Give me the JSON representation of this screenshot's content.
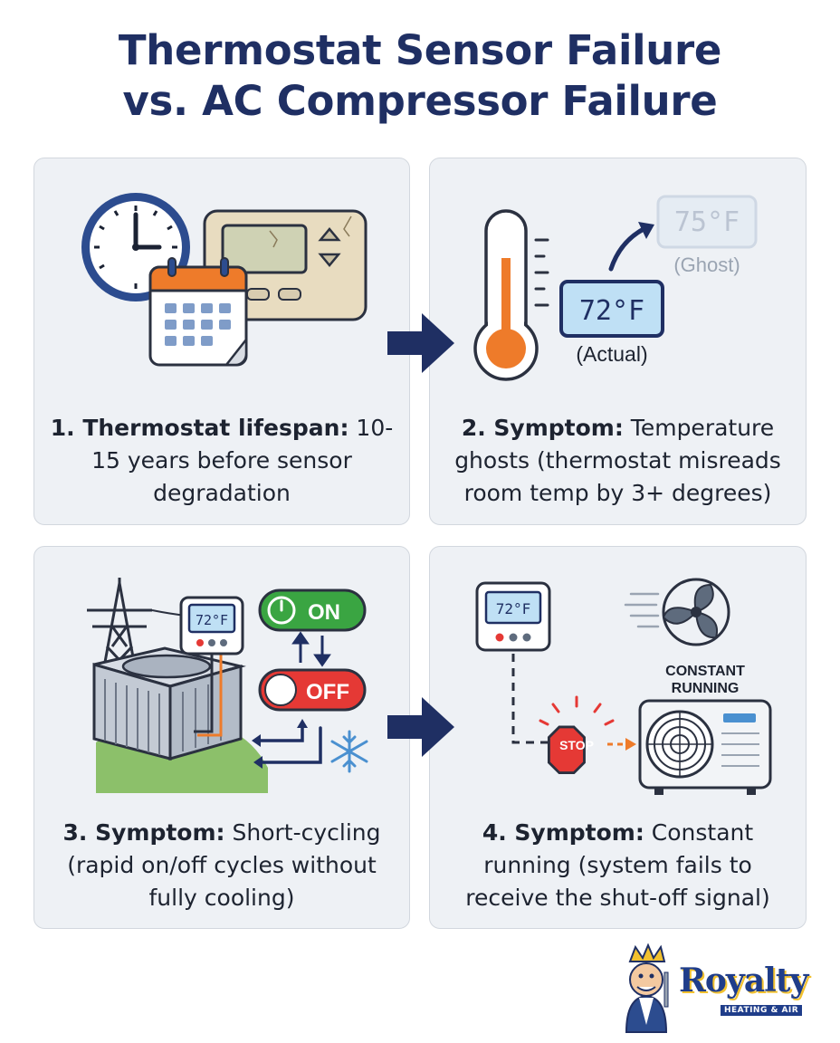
{
  "title_line1": "Thermostat Sensor Failure",
  "title_line2": "vs. AC Compressor Failure",
  "panels": [
    {
      "lead": "1. Thermostat lifespan:",
      "rest": " 10-15 years before sensor degradation"
    },
    {
      "lead": "2. Symptom:",
      "rest": " Temperature ghosts (thermostat misreads room temp by 3+ degrees)",
      "ghost_temp": "75°F",
      "ghost_label": "(Ghost)",
      "actual_temp": "72°F",
      "actual_label": "(Actual)"
    },
    {
      "lead": "3. Symptom:",
      "rest": " Short-cycling (rapid on/off cycles without fully cooling)",
      "display_temp": "72°F",
      "on_label": "ON",
      "off_label": "OFF"
    },
    {
      "lead": "4. Symptom:",
      "rest": " Constant running (system fails to receive the shut-off signal)",
      "display_temp": "72°F",
      "stop_label": "STOP",
      "constant_label_1": "CONSTANT",
      "constant_label_2": "RUNNING"
    }
  ],
  "logo": {
    "brand": "Royalty",
    "tagline": "HEATING & AIR"
  },
  "colors": {
    "navy": "#1f2f63",
    "orange": "#ee7b2a",
    "red": "#e53935",
    "green": "#3aa542",
    "screen": "#bfe0f5"
  }
}
